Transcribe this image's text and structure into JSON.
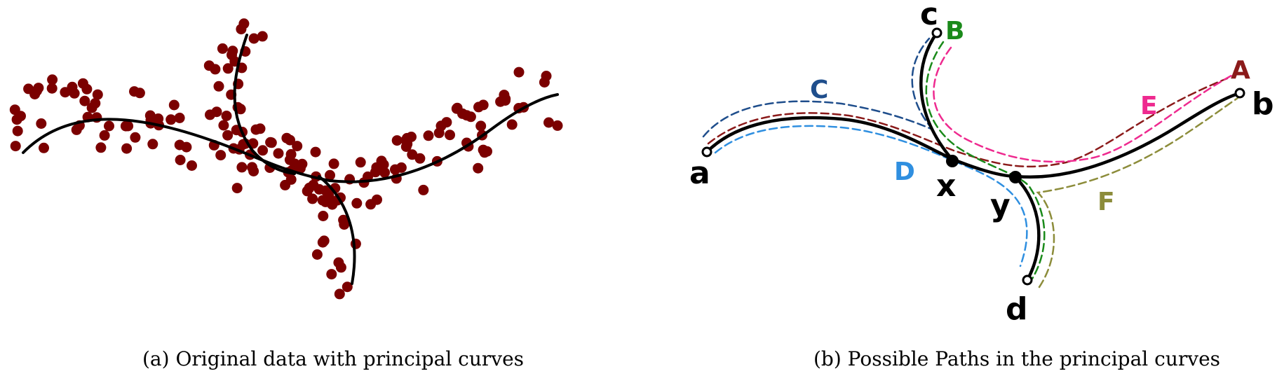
{
  "captions": {
    "a": "(a)  Original data with principal curves",
    "b": "(b)  Possible Paths in the principal curves"
  },
  "point_labels": {
    "a": "a",
    "b": "b",
    "c": "c",
    "d": "d",
    "x": "x",
    "y": "y"
  },
  "path_labels": {
    "A": "A",
    "B": "B",
    "C": "C",
    "D": "D",
    "E": "E",
    "F": "F"
  },
  "colors": {
    "dots": "#7b0000",
    "curve": "#000000",
    "A": "#8b1a1a",
    "B": "#1a8a1a",
    "C": "#1f4e8c",
    "D": "#2f8fe0",
    "E": "#ee2a8f",
    "F": "#8c8c3a"
  }
}
